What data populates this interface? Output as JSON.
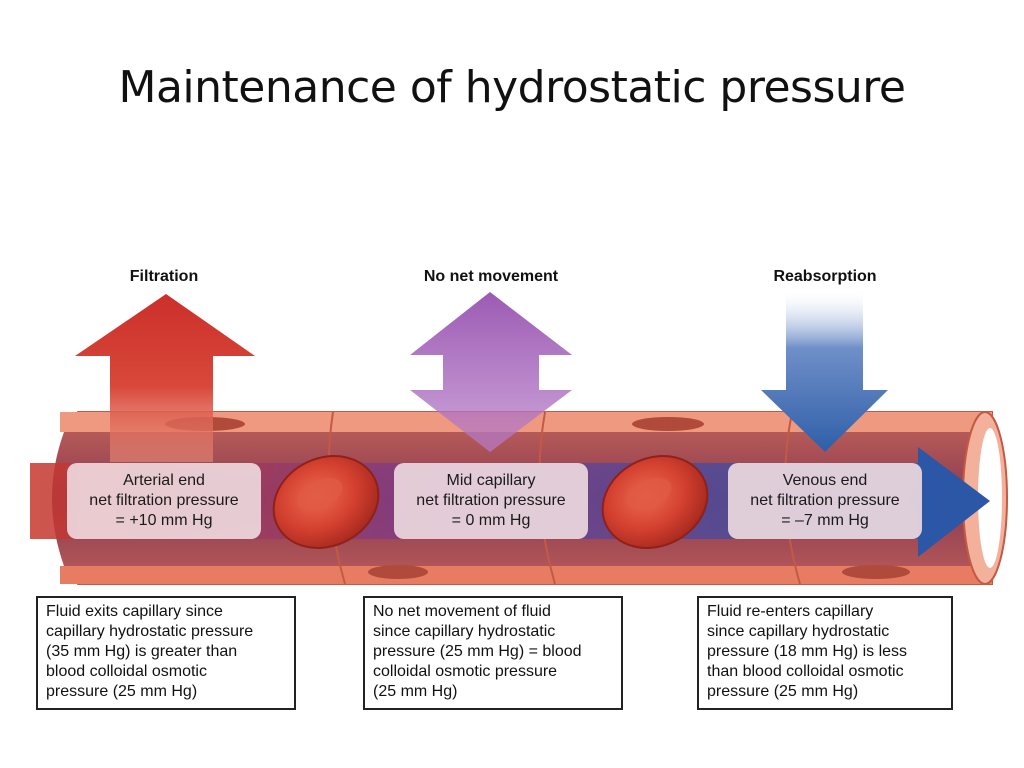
{
  "title": "Maintenance of hydrostatic pressure",
  "headings": {
    "filtration": "Filtration",
    "no_net": "No net movement",
    "reabsorption": "Reabsorption"
  },
  "labels": {
    "arterial": [
      "Arterial end",
      "net filtration pressure",
      "= +10 mm Hg"
    ],
    "mid": [
      "Mid capillary",
      "net filtration pressure",
      "= 0 mm Hg"
    ],
    "venous": [
      "Venous end",
      "net filtration pressure",
      "= –7 mm Hg"
    ]
  },
  "boxes": {
    "filtration": [
      "Fluid exits capillary since",
      "capillary hydrostatic pressure",
      "(35 mm Hg) is greater than",
      "blood colloidal osmotic",
      "pressure (25 mm Hg)"
    ],
    "no_net": [
      "No net movement of fluid",
      "since capillary hydrostatic",
      "pressure (25 mm Hg) = blood",
      "colloidal osmotic pressure",
      "(25 mm Hg)"
    ],
    "reabsorption": [
      "Fluid re-enters capillary",
      "since capillary hydrostatic",
      "pressure (18 mm Hg) is less",
      "than blood colloidal osmotic",
      "pressure (25 mm Hg)"
    ]
  },
  "colors": {
    "filtration_arrow": "#cc2f2a",
    "no_net_arrow": "#9b5ab3",
    "reabsorption_arrow": "#2f5fa8",
    "vessel_wall": "#e8836a",
    "vessel_lumen": "#8a3a50",
    "blood_cell": "#d4402f"
  }
}
